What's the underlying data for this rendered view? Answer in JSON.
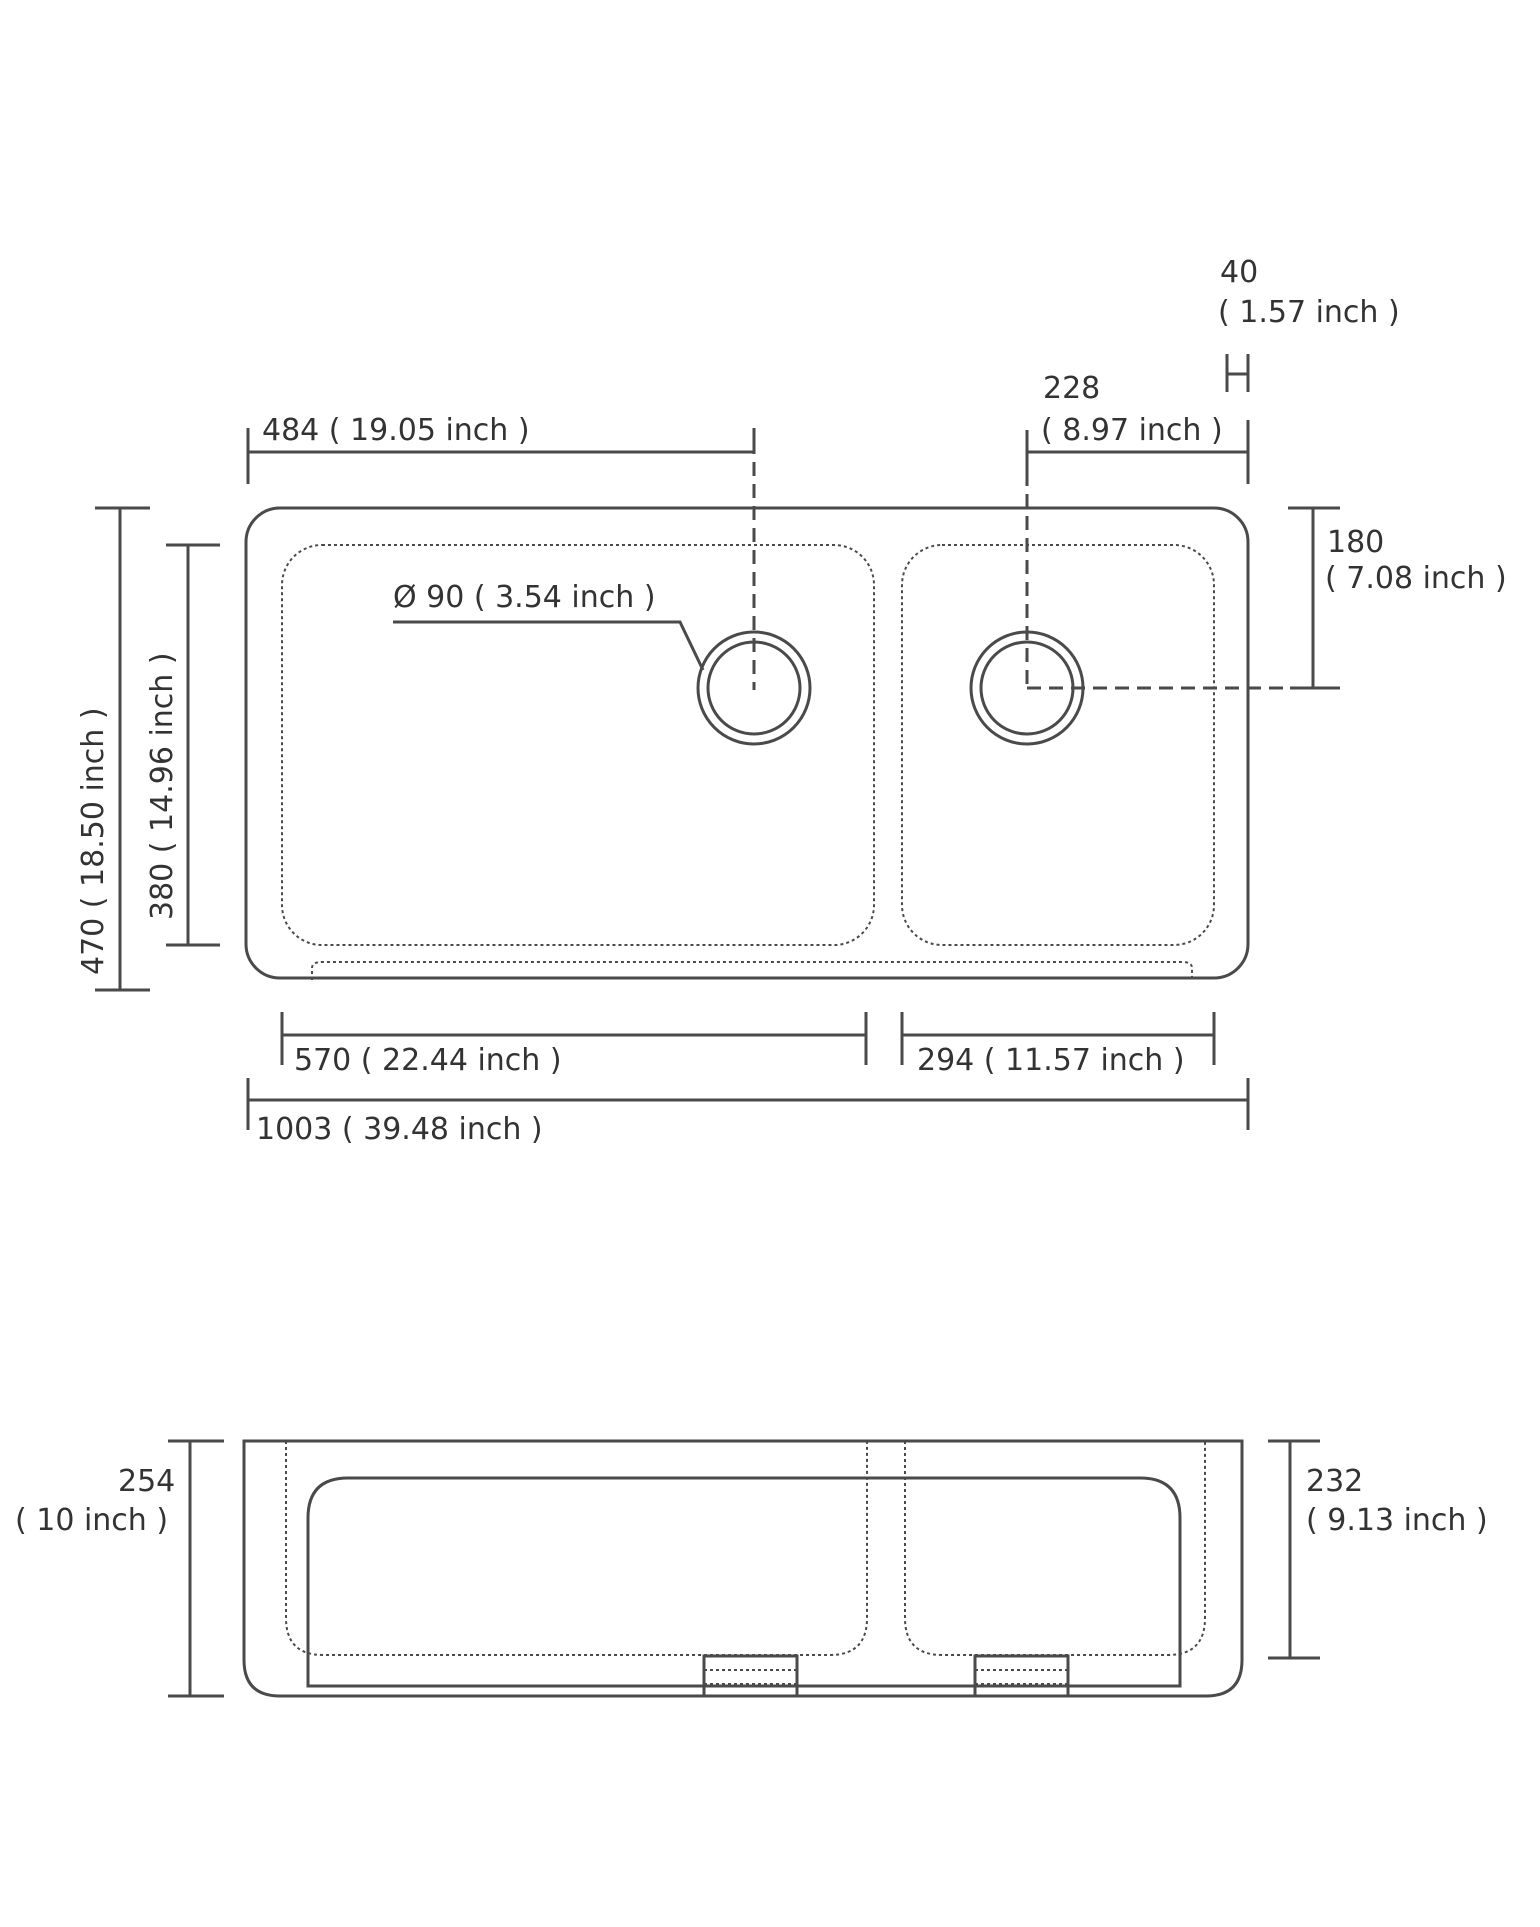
{
  "colors": {
    "line": "#4a4a4a",
    "text": "#333333",
    "background": "#ffffff"
  },
  "top_view": {
    "left_drain_pos": "484 ( 19.05 inch )",
    "right_drain_pos_value": "228",
    "right_drain_pos_inch": "( 8.97 inch )",
    "rim_value": "40",
    "rim_inch": "( 1.57 inch )",
    "drain_diameter": "Ø 90 ( 3.54 inch )",
    "drain_depth_pos_value": "180",
    "drain_depth_pos_inch": "( 7.08 inch )",
    "overall_depth": "470 ( 18.50 inch )",
    "bowl_depth": "380 ( 14.96 inch )",
    "left_bowl_width": "570 ( 22.44 inch )",
    "right_bowl_width": "294 ( 11.57 inch )",
    "overall_width": "1003 ( 39.48 inch )"
  },
  "front_view": {
    "overall_height_value": "254",
    "overall_height_inch": "( 10 inch )",
    "bowl_height_value": "232",
    "bowl_height_inch": "( 9.13 inch )"
  }
}
